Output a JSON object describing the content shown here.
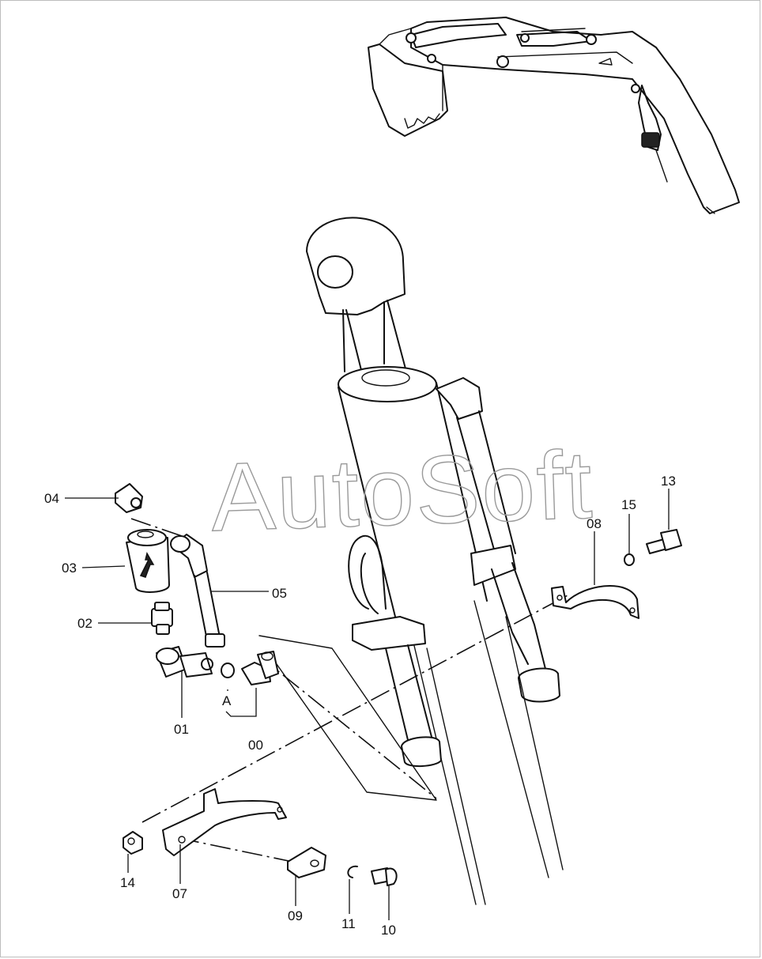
{
  "watermark": "AutoSoft",
  "callouts": [
    {
      "id": "04",
      "text": "04"
    },
    {
      "id": "03",
      "text": "03"
    },
    {
      "id": "02",
      "text": "02"
    },
    {
      "id": "01",
      "text": "01"
    },
    {
      "id": "00",
      "text": "00"
    },
    {
      "id": "A",
      "text": "A"
    },
    {
      "id": "05",
      "text": "05"
    },
    {
      "id": "08",
      "text": "08"
    },
    {
      "id": "15",
      "text": "15"
    },
    {
      "id": "13",
      "text": "13"
    },
    {
      "id": "14",
      "text": "14"
    },
    {
      "id": "07",
      "text": "07"
    },
    {
      "id": "09",
      "text": "09"
    },
    {
      "id": "11",
      "text": "11"
    },
    {
      "id": "10",
      "text": "10"
    }
  ]
}
